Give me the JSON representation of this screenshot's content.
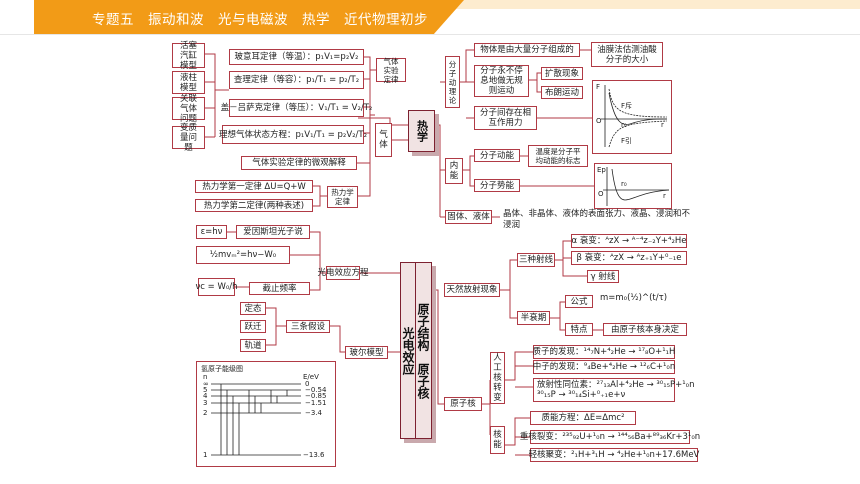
{
  "header": {
    "title": "专题五　振动和波　光与电磁波　热学　近代物理初步"
  },
  "colors": {
    "accent": "#f29b17",
    "line": "#b03a45",
    "cube": "#f1e3e3"
  },
  "thermo": {
    "center": "热学",
    "gas_law_group": "气体实验定律",
    "gas": "气体",
    "first_law_group": "热力学定律",
    "models": [
      "活塞汽缸模型",
      "液柱模型",
      "关联气体问题",
      "变质量问题"
    ],
    "laws": [
      "玻意耳定律（等温）：p₁V₁=p₂V₂",
      "查理定律（等容）：p₁/T₁ = p₂/T₂",
      "盖－吕萨克定律（等压）：V₁/T₁ = V₂/T₂",
      "理想气体状态方程：p₁V₁/T₁ = p₂V₂/T₂"
    ],
    "micro_explain": "气体实验定律的微观解释",
    "first_law": "热力学第一定律 ΔU=Q+W",
    "second_law": "热力学第二定律(两种表述)",
    "molecular_theory": "分子动理论",
    "mol_items": [
      "物体是由大量分子组成的",
      "分子永不停息地做无规则运动",
      "分子间存在相互作用力"
    ],
    "oil_film": "油膜法估测油酸分子的大小",
    "diffusion": "扩散现象",
    "brownian": "布朗运动",
    "internal_energy": "内能",
    "kinetic": "分子动能",
    "temp_mark": "温度是分子平均动能的标志",
    "potential": "分子势能",
    "solid_liquid": "固体、液体",
    "solid_desc": "晶体、非晶体、液体的表面张力、液晶、浸润和不浸润",
    "graph_F": {
      "y": "F",
      "x": "r",
      "origin": "O",
      "r0": "r₀",
      "f_plus": "F斥",
      "f_minus": "F引"
    },
    "graph_E": {
      "y": "Ep",
      "x": "r",
      "origin": "O",
      "r0": "r₀"
    }
  },
  "modern": {
    "center_left": "光电效应",
    "center_right": "原子结构　原子核",
    "photo_eq": "光电效应方程",
    "einstein": "爱因斯坦光子说",
    "eps": "ε=hν",
    "ek_eq": "½mvₘ²=hν−W₀",
    "cutoff": "截止频率",
    "nu_c": "νc = W₀/h",
    "bohr": "玻尔模型",
    "three_hyp": "三条假设",
    "bohr_items": [
      "定态",
      "跃迁",
      "轨道"
    ],
    "level_title": "氢原子能级图",
    "level_n_label": "n",
    "level_e_label": "E/eV",
    "levels": [
      {
        "n": "∞",
        "e": "0"
      },
      {
        "n": "5",
        "e": "−0.54"
      },
      {
        "n": "4",
        "e": "−0.85"
      },
      {
        "n": "3",
        "e": "−1.51"
      },
      {
        "n": "2",
        "e": "−3.4"
      },
      {
        "n": "1",
        "e": "−13.6"
      }
    ],
    "natural": "天然放射现象",
    "three_rays": "三种射线",
    "alpha": "α 衰变：ᴬzX → ᴬ⁻⁴z₋₂Y+⁴₂He",
    "beta": "β 衰变：ᴬzX → ᴬz₊₁Y+⁰₋₁e",
    "gamma": "γ 射线",
    "half_life": "半衰期",
    "formula": "公式",
    "half_eq": "m=m₀(½)^(t/τ)",
    "feature": "特点",
    "feature_desc": "由原子核本身决定",
    "nucleus": "原子核",
    "artificial": "人工核转变",
    "proton": "质子的发现：¹⁴₇N+⁴₂He → ¹⁷₈O+¹₁H",
    "neutron": "中子的发现：⁹₄Be+⁴₂He → ¹²₆C+¹₀n",
    "isotope1": "放射性同位素：²⁷₁₃Al+⁴₂He → ³⁰₁₅P+¹₀n",
    "isotope2": "³⁰₁₅P → ³⁰₁₄Si+⁰₊₁e+ν",
    "nuclear_energy": "核能",
    "mass_energy": "质能方程：ΔE=Δmc²",
    "fission": "重核裂变：²³⁵₉₂U+¹₀n → ¹⁴⁴₅₆Ba+⁸⁹₃₆Kr+3¹₀n",
    "fusion": "轻核聚变：²₁H+³₁H → ⁴₂He+¹₀n+17.6MeV"
  }
}
